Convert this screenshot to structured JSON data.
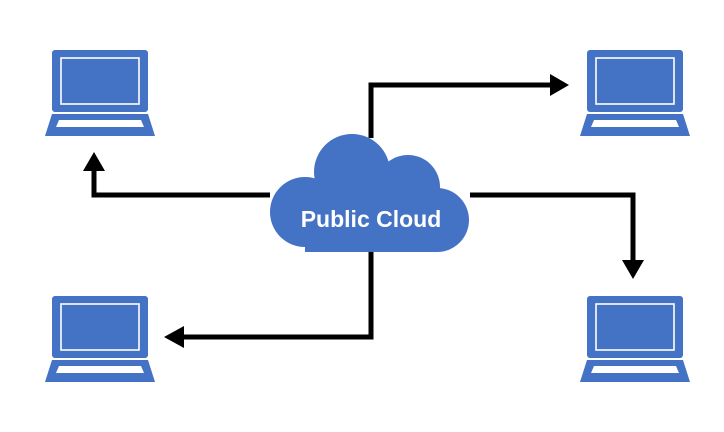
{
  "diagram": {
    "cloud": {
      "label": "Public Cloud",
      "icon": "cloud-icon",
      "color": "#4472C4"
    },
    "devices": [
      {
        "name": "laptop-top-left",
        "icon": "laptop-icon"
      },
      {
        "name": "laptop-top-right",
        "icon": "laptop-icon"
      },
      {
        "name": "laptop-bottom-left",
        "icon": "laptop-icon"
      },
      {
        "name": "laptop-bottom-right",
        "icon": "laptop-icon"
      }
    ],
    "connections": [
      {
        "from": "cloud",
        "to": "laptop-top-left"
      },
      {
        "from": "cloud",
        "to": "laptop-top-right"
      },
      {
        "from": "cloud",
        "to": "laptop-bottom-left"
      },
      {
        "from": "cloud",
        "to": "laptop-bottom-right"
      }
    ],
    "colors": {
      "device_fill": "#4472C4",
      "device_outline": "#ffffff",
      "arrow": "#000000"
    }
  }
}
